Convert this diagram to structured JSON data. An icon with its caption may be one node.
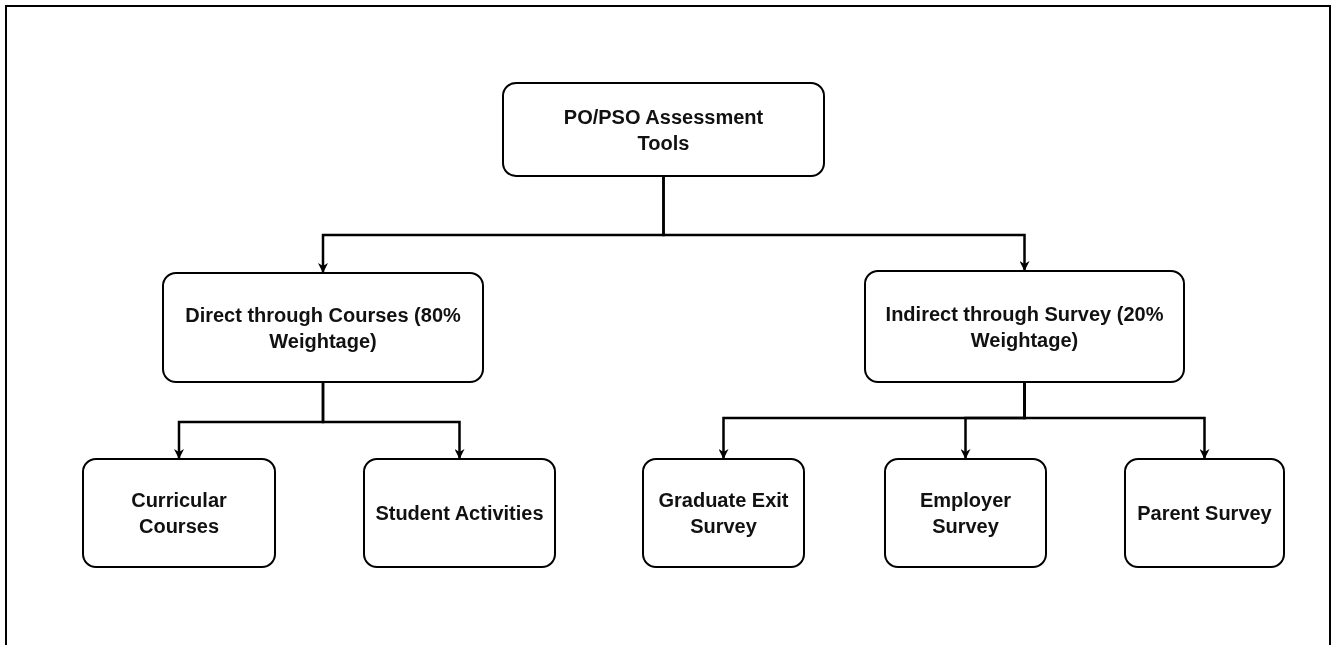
{
  "diagram": {
    "nodes": [
      {
        "text": [
          "PO/PSO Assessment Tools"
        ]
      },
      {
        "text": [
          "Direct through Courses (80% Weightage)"
        ]
      },
      {
        "text": [
          "Indirect through Survey (20% Weightage)"
        ]
      },
      {
        "text": [
          "Curricular Courses"
        ]
      },
      {
        "text": [
          "Student Activities"
        ]
      },
      {
        "text": [
          "Graduate Exit Survey"
        ]
      },
      {
        "text": [
          "Employer Survey"
        ]
      },
      {
        "text": [
          "Parent Survey"
        ]
      }
    ],
    "edges": [
      {
        "from": 0,
        "to": 1,
        "arrow": "to"
      },
      {
        "from": 0,
        "to": 2,
        "arrow": "to"
      },
      {
        "from": 1,
        "to": 3,
        "arrow": "to"
      },
      {
        "from": 1,
        "to": 4,
        "arrow": "to"
      },
      {
        "from": 2,
        "to": 5,
        "arrow": "to"
      },
      {
        "from": 2,
        "to": 6,
        "arrow": "to"
      },
      {
        "from": 2,
        "to": 7,
        "arrow": "to"
      }
    ]
  }
}
